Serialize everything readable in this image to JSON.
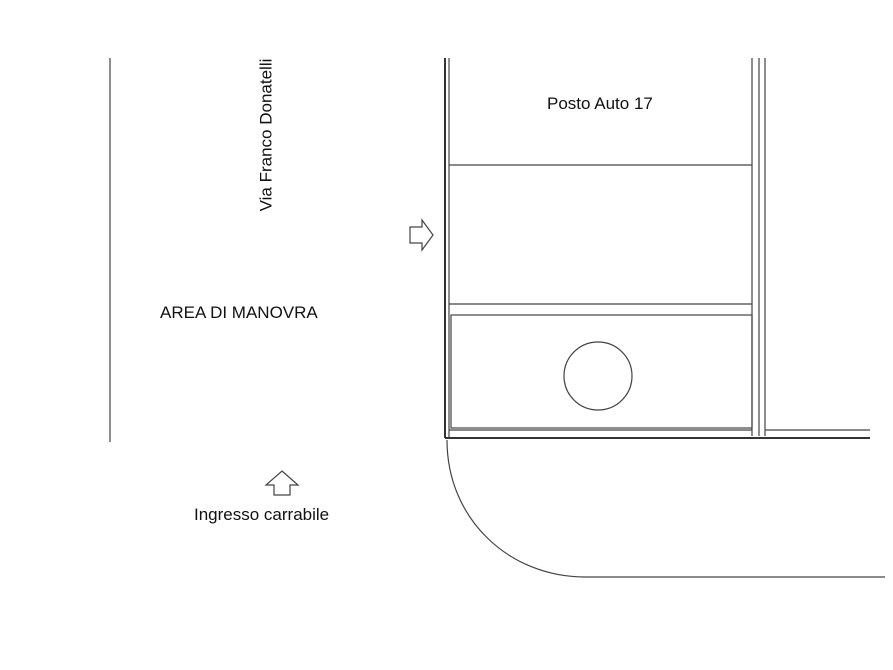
{
  "labels": {
    "street_name": "Via Franco Donatelli",
    "maneuver_area": "AREA DI MANOVRA",
    "parking_space": "Posto Auto 17",
    "vehicle_entrance": "Ingresso carrabile"
  },
  "colors": {
    "line": "#444444",
    "text": "#111111",
    "background": "#ffffff"
  },
  "icons": {
    "entrance_arrow": "arrow-up-icon",
    "access_arrow": "arrow-right-icon",
    "circle_symbol": "circle-symbol-icon"
  }
}
